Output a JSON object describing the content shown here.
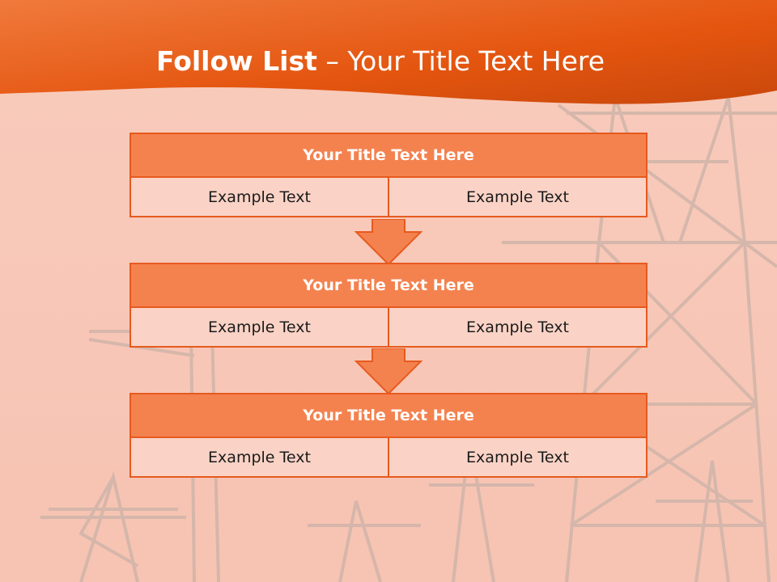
{
  "slide": {
    "title_bold": "Follow List",
    "title_rest": " – Your Title Text Here"
  },
  "steps": [
    {
      "title": "Your Title Text Here",
      "left": "Example Text",
      "right": "Example Text"
    },
    {
      "title": "Your Title Text Here",
      "left": "Example Text",
      "right": "Example Text"
    },
    {
      "title": "Your Title Text Here",
      "left": "Example Text",
      "right": "Example Text"
    }
  ],
  "colors": {
    "header_orange": "#e8560f",
    "block_fill": "#f4824f",
    "border": "#e65a1e",
    "background": "#f9cdbf"
  }
}
